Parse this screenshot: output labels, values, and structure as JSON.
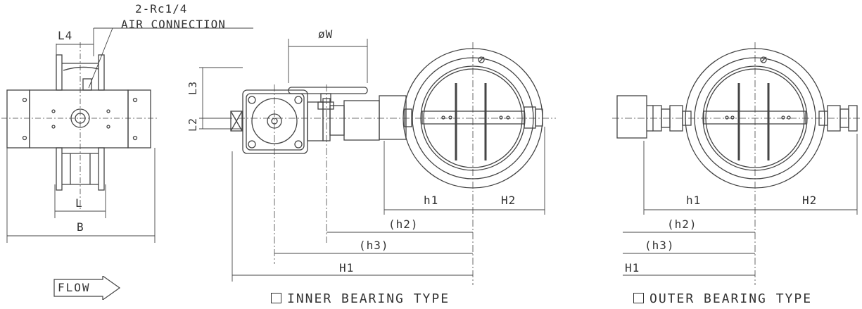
{
  "labels": {
    "rc": "2-Rc1/4",
    "air": "AIR CONNECTION",
    "l4": "L4",
    "l": "L",
    "b": "B",
    "flow": "FLOW",
    "phi_w": "øW",
    "l3": "L3",
    "l2": "L2",
    "h1_inner": "h1",
    "H2_inner": "H2",
    "h2_inner": "(h2)",
    "h3_inner": "(h3)",
    "H1_inner": "H1",
    "h1_outer": "h1",
    "H2_outer": "H2",
    "h2_outer": "(h2)",
    "h3_outer": "(h3)",
    "H1_outer": "H1"
  },
  "captions": {
    "inner": "INNER BEARING TYPE",
    "outer": "OUTER BEARING TYPE"
  }
}
